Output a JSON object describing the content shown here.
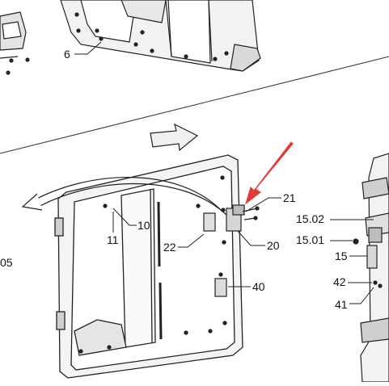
{
  "callouts": [
    {
      "id": "c6",
      "text": "6"
    },
    {
      "id": "c21",
      "text": "21"
    },
    {
      "id": "c10",
      "text": "10"
    },
    {
      "id": "c11",
      "text": "11"
    },
    {
      "id": "c22",
      "text": "22"
    },
    {
      "id": "c20",
      "text": "20"
    },
    {
      "id": "c40",
      "text": "40"
    },
    {
      "id": "c1502",
      "text": "15.02"
    },
    {
      "id": "c1501",
      "text": "15.01"
    },
    {
      "id": "c15",
      "text": "15"
    },
    {
      "id": "c42",
      "text": "42"
    },
    {
      "id": "c41",
      "text": "41"
    },
    {
      "id": "c05",
      "text": "05"
    }
  ],
  "colors": {
    "line": "#222222",
    "light": "#e6e6e6",
    "mid": "#bdbdbd",
    "highlight_arrow": "#e53935"
  }
}
